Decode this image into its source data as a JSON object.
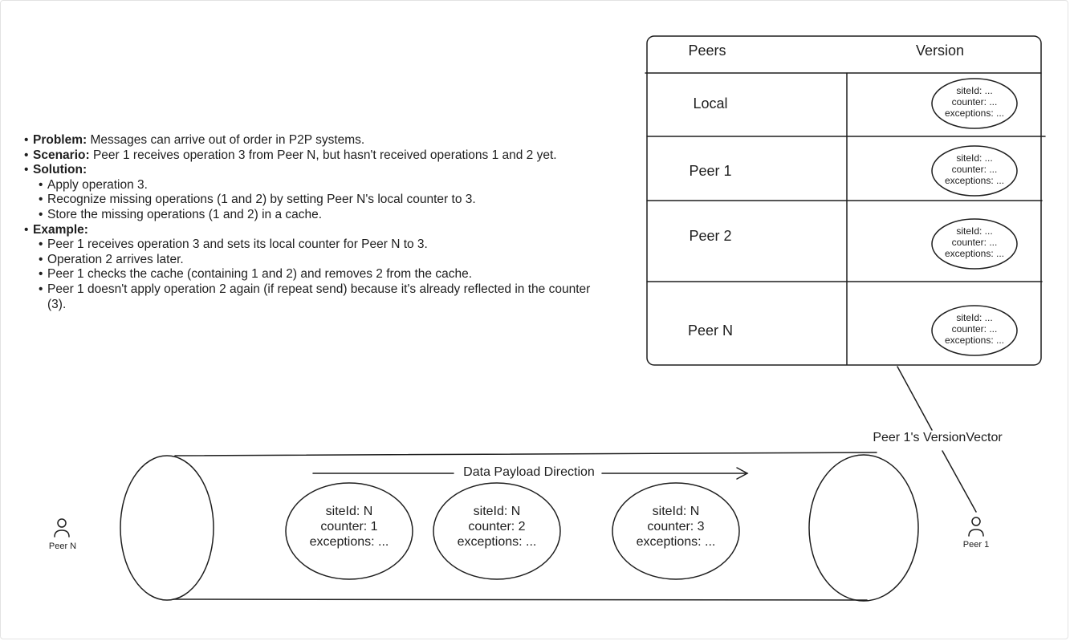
{
  "notes": [
    {
      "label": "Problem:",
      "text": " Messages can arrive out of order in P2P systems."
    },
    {
      "label": "Scenario:",
      "text": " Peer 1 receives operation 3 from Peer N, but hasn't received operations 1 and 2 yet."
    },
    {
      "label": "Solution:",
      "text": ""
    },
    {
      "sub": "Apply operation 3."
    },
    {
      "sub": "Recognize missing operations (1 and 2) by setting Peer N's local counter to 3."
    },
    {
      "sub": "Store the missing operations (1 and 2) in a cache."
    },
    {
      "label": "Example:",
      "text": ""
    },
    {
      "sub": "Peer 1 receives operation 3 and sets its local counter for Peer N to 3."
    },
    {
      "sub": "Operation 2 arrives later."
    },
    {
      "sub": "Peer 1 checks the cache (containing 1 and 2) and removes 2 from the cache."
    },
    {
      "sub": "Peer 1 doesn't apply operation 2 again (if repeat send) because it's already reflected in the counter (3)."
    }
  ],
  "table": {
    "header_peers": "Peers",
    "header_version": "Version",
    "rows": [
      {
        "peer": "Local",
        "version": [
          "siteId: ...",
          "counter: ...",
          "exceptions: ..."
        ]
      },
      {
        "peer": "Peer 1",
        "version": [
          "siteId: ...",
          "counter: ...",
          "exceptions: ..."
        ]
      },
      {
        "peer": "Peer 2",
        "version": [
          "siteId: ...",
          "counter: ...",
          "exceptions: ..."
        ]
      },
      {
        "peer": "Peer N",
        "version": [
          "siteId: ...",
          "counter: ...",
          "exceptions: ..."
        ]
      }
    ]
  },
  "version_vector_label": "Peer 1's VersionVector",
  "direction_label": "Data Payload Direction",
  "payloads": [
    {
      "site": "siteId: N",
      "counter": "counter: 1",
      "exceptions": "exceptions: ..."
    },
    {
      "site": "siteId: N",
      "counter": "counter: 2",
      "exceptions": "exceptions: ..."
    },
    {
      "site": "siteId: N",
      "counter": "counter: 3",
      "exceptions": "exceptions: ..."
    }
  ],
  "sender_label": "Peer N",
  "receiver_label": "Peer 1"
}
